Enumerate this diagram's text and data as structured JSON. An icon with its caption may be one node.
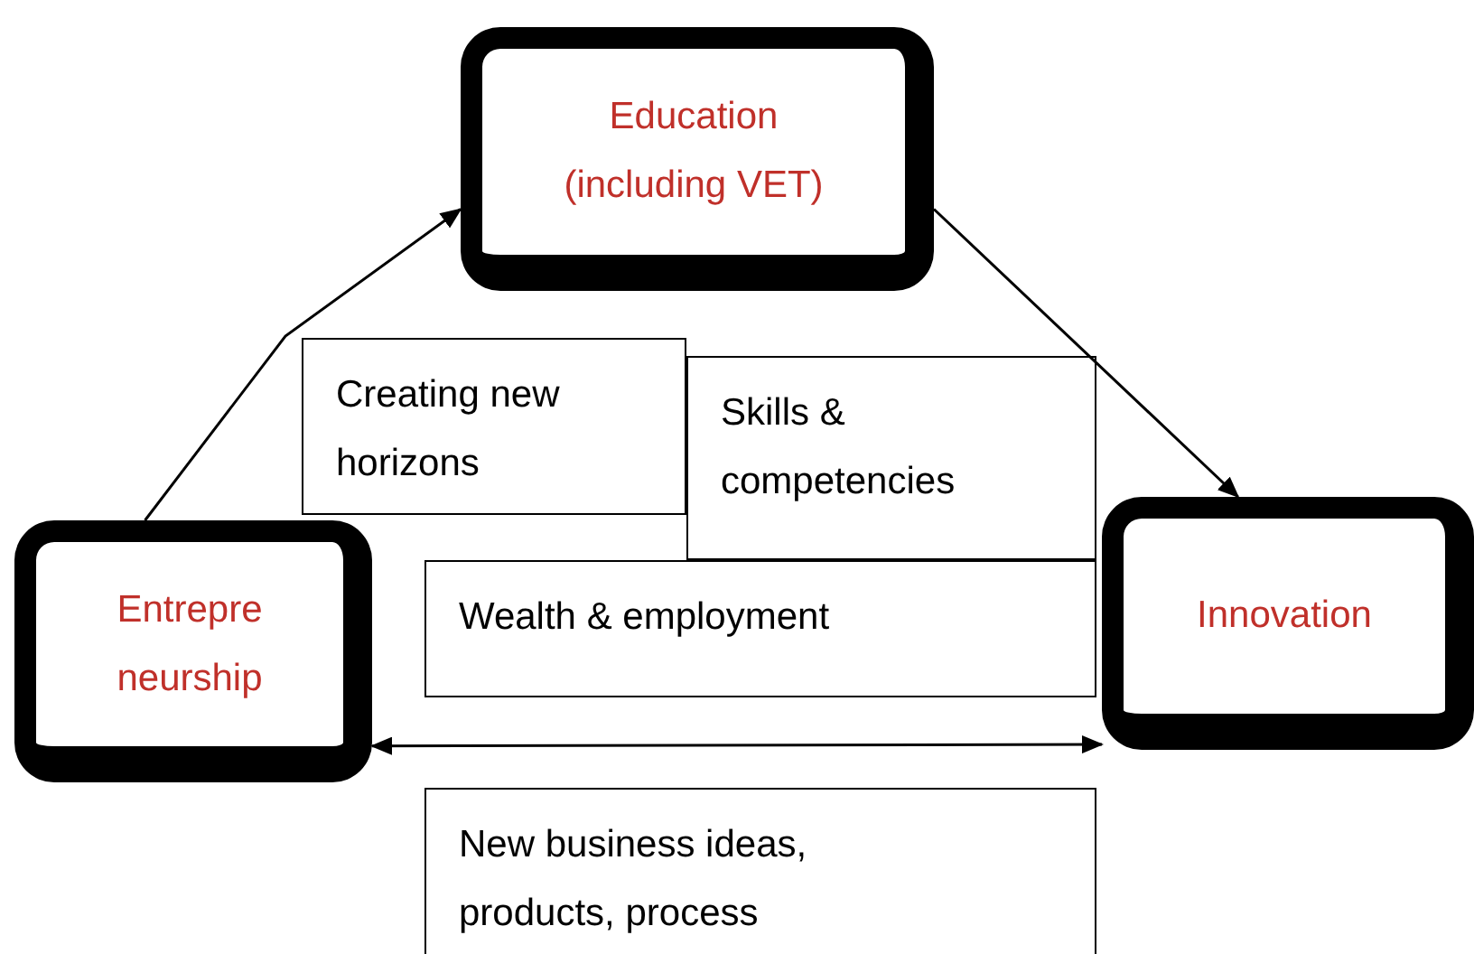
{
  "diagram": {
    "nodes": [
      {
        "text": [
          "Education (including VET)"
        ]
      },
      {
        "text": [
          "Entrepre neurship"
        ]
      },
      {
        "text": [
          "Innovation"
        ]
      },
      {
        "text": [
          "Creating new horizons"
        ]
      },
      {
        "text": [
          "Skills & competencies"
        ]
      },
      {
        "text": [
          "Wealth & employment"
        ]
      },
      {
        "text": [
          "New business ideas, products, process"
        ]
      }
    ],
    "edges": [
      {
        "from": 1,
        "to": 0,
        "arrow": "to"
      },
      {
        "from": 0,
        "to": 2,
        "arrow": "to"
      },
      {
        "from": 1,
        "to": 2,
        "arrow": "both"
      }
    ]
  }
}
